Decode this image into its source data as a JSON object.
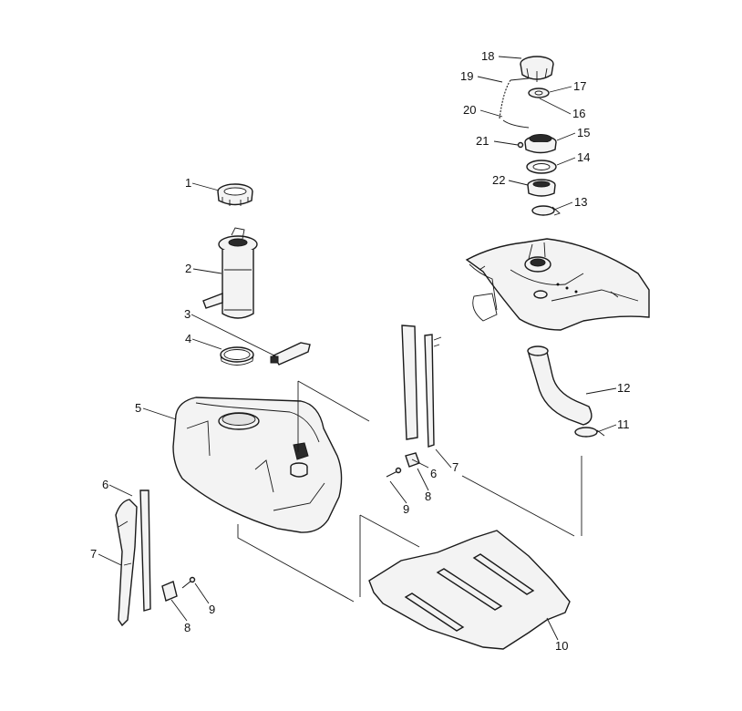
{
  "labels": {
    "l1": "1",
    "l2": "2",
    "l3": "3",
    "l4": "4",
    "l5": "5",
    "l6a": "6",
    "l6b": "6",
    "l7a": "7",
    "l7b": "7",
    "l8a": "8",
    "l8b": "8",
    "l9a": "9",
    "l9b": "9",
    "l10": "10",
    "l11": "11",
    "l12": "12",
    "l13": "13",
    "l14": "14",
    "l15": "15",
    "l16": "16",
    "l17": "17",
    "l18": "18",
    "l19": "19",
    "l20": "20",
    "l21": "21",
    "l22": "22"
  }
}
